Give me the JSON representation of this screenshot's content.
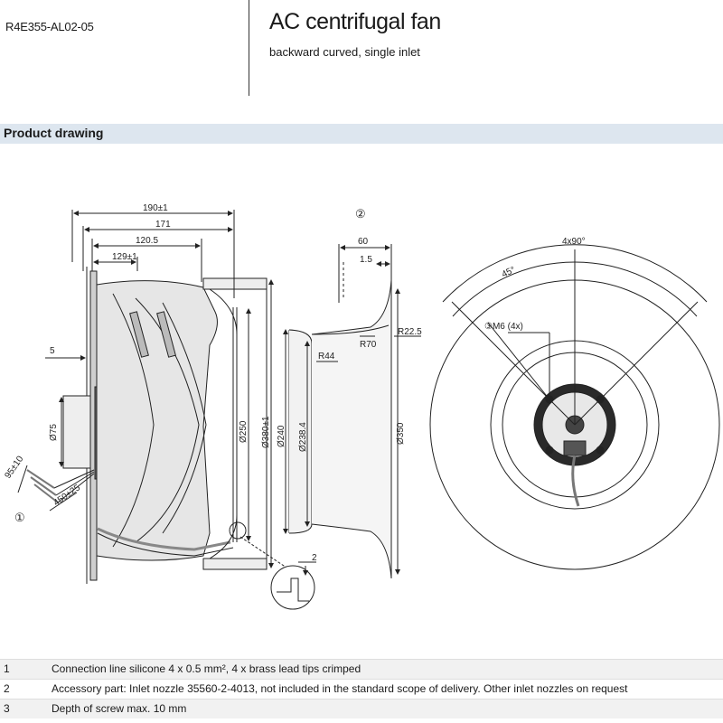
{
  "header": {
    "model": "R4E355-AL02-05",
    "title": "AC centrifugal fan",
    "subtitle": "backward curved, single inlet"
  },
  "section": {
    "title": "Product drawing"
  },
  "drawing": {
    "dims": {
      "d190": "190±1",
      "d171": "171",
      "d120": "120.5",
      "d129": "129±1",
      "d5": "5",
      "d75": "Ø75",
      "d250": "Ø250",
      "d380": "Ø380±1",
      "d60": "60",
      "d15": "1.5",
      "r44": "R44",
      "r70": "R70",
      "r225": "R22.5",
      "d240": "Ø240",
      "d2384": "Ø238.4",
      "d350": "Ø350",
      "d2": "2",
      "ang4x90": "4x90°",
      "ang45": "45°",
      "m6": "③M6 (4x)",
      "lead1": "95±10",
      "lead2": "450±25",
      "callout1": "①",
      "callout2": "②"
    }
  },
  "notes": [
    {
      "num": "1",
      "text": "Connection line silicone 4 x 0.5 mm², 4 x brass lead tips crimped"
    },
    {
      "num": "2",
      "text": "Accessory part: Inlet nozzle 35560-2-4013, not included in the standard scope of delivery. Other inlet nozzles on request"
    },
    {
      "num": "3",
      "text": "Depth of screw max. 10 mm"
    }
  ]
}
